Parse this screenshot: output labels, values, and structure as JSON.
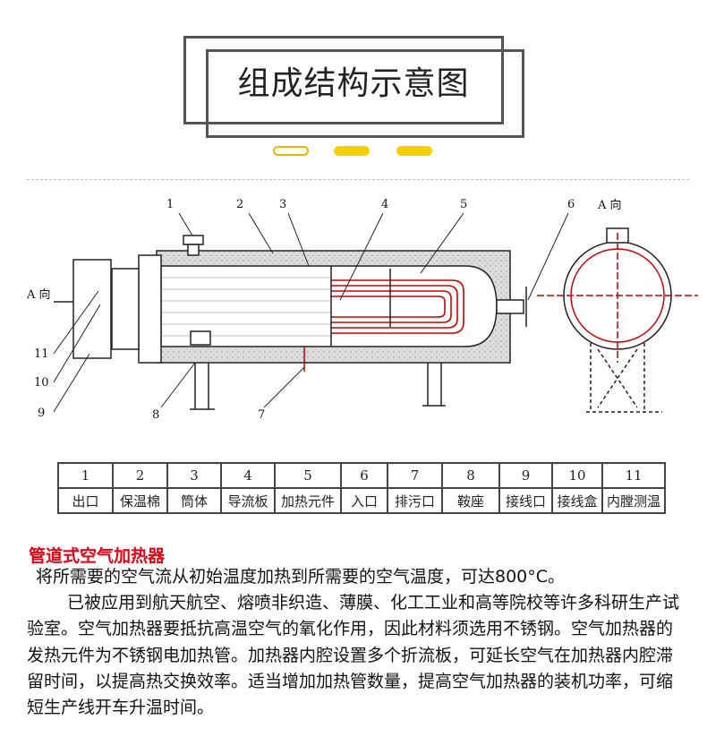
{
  "header": {
    "title": "组成结构示意图"
  },
  "colors": {
    "accent": "#f5d000",
    "red": "#e60012"
  },
  "diagram": {
    "view_label_left": "A 向",
    "view_label_right": "A 向",
    "callouts": [
      "1",
      "2",
      "3",
      "4",
      "5",
      "6",
      "7",
      "8",
      "9",
      "10",
      "11"
    ]
  },
  "parts_table": {
    "numbers": [
      "1",
      "2",
      "3",
      "4",
      "5",
      "6",
      "7",
      "8",
      "9",
      "10",
      "11"
    ],
    "names": [
      "出口",
      "保温棉",
      "筒体",
      "导流板",
      "加热元件",
      "入口",
      "排污口",
      "鞍座",
      "接线口",
      "接线盒",
      "内膛测温"
    ]
  },
  "description": {
    "title": "管道式空气加热器",
    "line1": "将所需要的空气流从初始温度加热到所需要的空气温度，可达800°C。",
    "body": "已被应用到航天航空、熔喷非织造、薄膜、化工工业和高等院校等许多科研生产试验室。空气加热器要抵抗高温空气的氧化作用，因此材料须选用不锈钢。空气加热器的发热元件为不锈钢电加热管。加热器内腔设置多个折流板，可延长空气在加热器内腔滞留时间，以提高热交换效率。适当增加加热管数量，提高空气加热器的装机功率，可缩短生产线开车升温时间。"
  }
}
